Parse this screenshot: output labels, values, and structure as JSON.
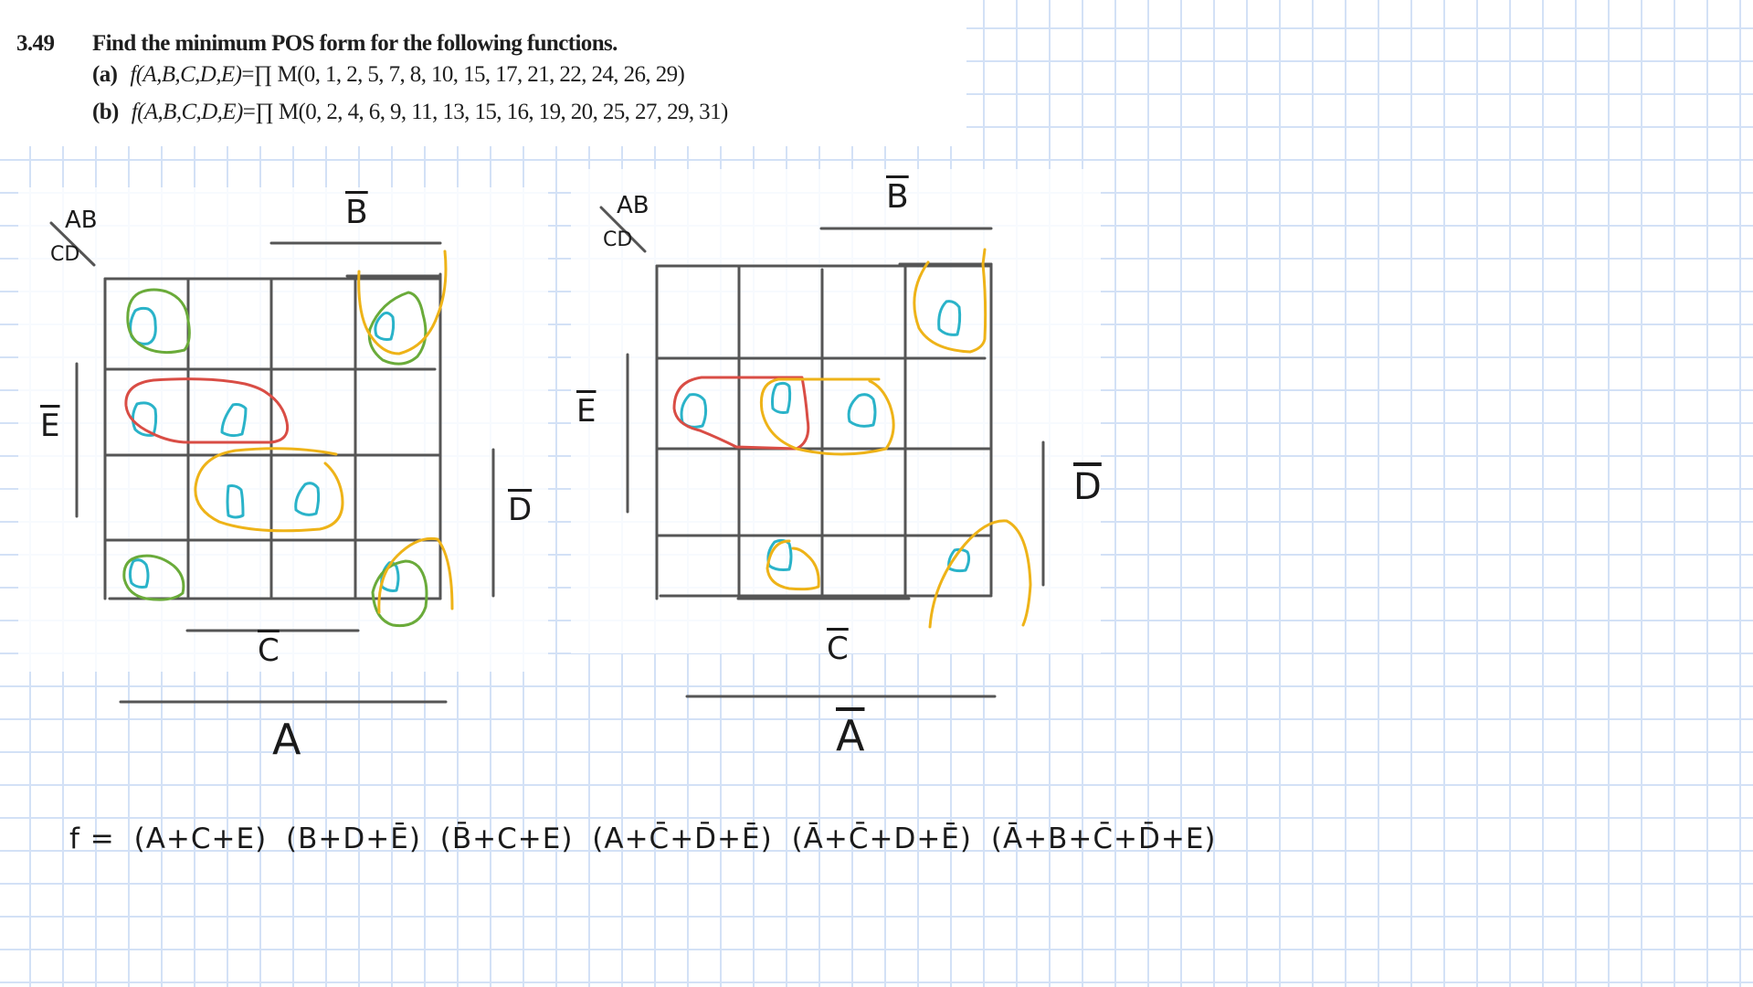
{
  "problem": {
    "number": "3.49",
    "title": "Find the minimum POS form for the following functions.",
    "parts": [
      {
        "label": "(a)",
        "function": "f(A,B,C,D,E)",
        "operator": "=∏ M",
        "maxterms": "(0, 1, 2, 5, 7, 8, 10, 15, 17, 21, 22, 24, 26, 29)"
      },
      {
        "label": "(b)",
        "function": "f(A,B,C,D,E)",
        "operator": "=∏ M",
        "maxterms": "(0, 2, 4, 6, 9, 11, 13, 15, 16, 19, 20, 25, 27, 29, 31)"
      }
    ]
  },
  "kmaps": [
    {
      "id": "left",
      "corner_top": "AB",
      "corner_bottom": "CD",
      "top_label": "B",
      "top_label_bar": true,
      "left_label": "E",
      "left_label_bar": true,
      "right_label": "D",
      "right_label_bar": true,
      "bottom_label": "C",
      "bottom_label_bar": true,
      "group_label": "A",
      "group_label_bar": false,
      "zeros": [
        {
          "row": 0,
          "col": 0,
          "value": "0"
        },
        {
          "row": 0,
          "col": 3,
          "value": "0"
        },
        {
          "row": 1,
          "col": 0,
          "value": "0"
        },
        {
          "row": 1,
          "col": 1,
          "value": "0"
        },
        {
          "row": 2,
          "col": 1,
          "value": "0"
        },
        {
          "row": 2,
          "col": 2,
          "value": "0"
        },
        {
          "row": 3,
          "col": 0,
          "value": "0"
        },
        {
          "row": 3,
          "col": 3,
          "value": "0"
        }
      ]
    },
    {
      "id": "right",
      "corner_top": "AB",
      "corner_bottom": "CD",
      "top_label": "B",
      "top_label_bar": true,
      "left_label": "E",
      "left_label_bar": true,
      "right_label": "D",
      "right_label_bar": true,
      "bottom_label": "C",
      "bottom_label_bar": true,
      "group_label": "A",
      "group_label_bar": true,
      "zeros": [
        {
          "row": 0,
          "col": 3,
          "value": "0"
        },
        {
          "row": 1,
          "col": 0,
          "value": "0"
        },
        {
          "row": 1,
          "col": 1,
          "value": "0"
        },
        {
          "row": 1,
          "col": 2,
          "value": "0"
        },
        {
          "row": 3,
          "col": 1,
          "value": "0"
        },
        {
          "row": 3,
          "col": 3,
          "value": "0"
        }
      ]
    }
  ],
  "formula": {
    "prefix": "f =",
    "terms": [
      "(A+C+E)",
      "(B+D+Ē)",
      "(B̄+C+E)",
      "(A+C̄+D̄+Ē)",
      "(Ā+C̄+D+Ē)",
      "(Ā+B+C̄+D̄+E)"
    ]
  },
  "colors": {
    "zero_ink": "#2ab3c9",
    "green_group": "#6aab3a",
    "red_group": "#d94d45",
    "yellow_group": "#eeb318",
    "grid_ink": "#555555",
    "paper_grid": "#d3e1f6"
  }
}
